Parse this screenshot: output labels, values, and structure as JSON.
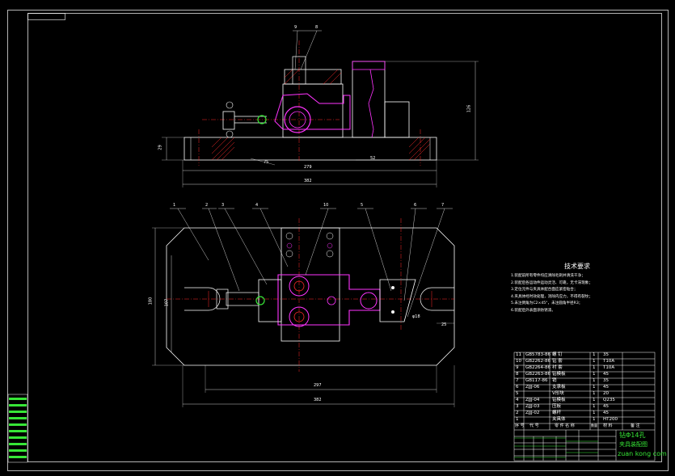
{
  "drawing": {
    "colors": {
      "background": "#000000",
      "line": "#ffffff",
      "centerline": "#ff2a2a",
      "part": "#ff33ff",
      "hatch": "#ff2a2a",
      "watermark": "#37e637"
    },
    "front_view": {
      "balloons": [
        "9",
        "8"
      ],
      "dims": {
        "height_left": "29",
        "height_right": "126",
        "width_inner": "279",
        "width_outer": "382",
        "small_left": "75",
        "small_right": "52"
      }
    },
    "top_view": {
      "balloons": [
        "1",
        "2",
        "3",
        "4",
        "10",
        "5",
        "6",
        "7"
      ],
      "dims": {
        "left_outer": "180",
        "left_inner": "107",
        "bottom_inner": "297",
        "bottom_outer": "382",
        "small_right": "25",
        "small_label": "φ18"
      }
    },
    "tech_req": {
      "title": "技术要求",
      "notes": [
        "1.装配前所有零件均应清除毛刺并清洗干净；",
        "2.装配后各运动件运动灵活、可靠，无卡滞现象；",
        "3.定位元件与夹具体配合面应紧密贴合；",
        "4.夹具体经时效处理，消除内应力，不得有裂纹；",
        "5.未注倒角为C2×45°，未注圆角半径R3；",
        "6.装配后外表面涂防锈漆。"
      ]
    },
    "bom": {
      "rows": [
        {
          "no": "11",
          "code": "GB5783-86",
          "name": "螺 钉",
          "qty": "1",
          "material": "35"
        },
        {
          "no": "10",
          "code": "GB2262-86",
          "name": "钻 套",
          "qty": "1",
          "material": "T10A"
        },
        {
          "no": "9",
          "code": "GB2264-86",
          "name": "衬 套",
          "qty": "1",
          "material": "T10A"
        },
        {
          "no": "8",
          "code": "GB2263-86",
          "name": "钻模板",
          "qty": "1",
          "material": "45"
        },
        {
          "no": "7",
          "code": "GB117-86",
          "name": "销",
          "qty": "1",
          "material": "35"
        },
        {
          "no": "6",
          "code": "ZJJJ-06",
          "name": "支承板",
          "qty": "1",
          "material": "45"
        },
        {
          "no": "5",
          "code": "",
          "name": "V形块",
          "qty": "1",
          "material": "20"
        },
        {
          "no": "4",
          "code": "ZJJJ-04",
          "name": "钻模板",
          "qty": "1",
          "material": "Q235"
        },
        {
          "no": "3",
          "code": "ZJJJ-03",
          "name": "压板",
          "qty": "1",
          "material": "45"
        },
        {
          "no": "2",
          "code": "ZJJJ-02",
          "name": "螺杆",
          "qty": "1",
          "material": "45"
        },
        {
          "no": "1",
          "code": "",
          "name": "夹具体",
          "qty": "1",
          "material": "HT200"
        }
      ],
      "header": {
        "no": "序 号",
        "code": "代 号",
        "name": "零 件 名 称",
        "qty": "数量",
        "material": "材 料",
        "note": "备 注"
      }
    },
    "title_block": {
      "drawing_name": "钻Φ14孔",
      "subtitle": "夹具装配图",
      "site": "zuan kong com"
    }
  }
}
